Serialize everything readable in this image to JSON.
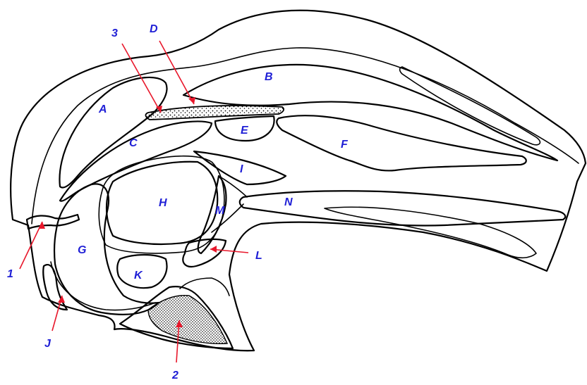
{
  "labels": {
    "A": "A",
    "B": "B",
    "C": "C",
    "D": "D",
    "E": "E",
    "F": "F",
    "G": "G",
    "H": "H",
    "I": "I",
    "J": "J",
    "K": "K",
    "L": "L",
    "M": "M",
    "N": "N",
    "n1": "1",
    "n2": "2",
    "n3": "3"
  },
  "colors": {
    "label": "#1f1fd6",
    "arrow": "#e8172b",
    "line": "#000000"
  }
}
